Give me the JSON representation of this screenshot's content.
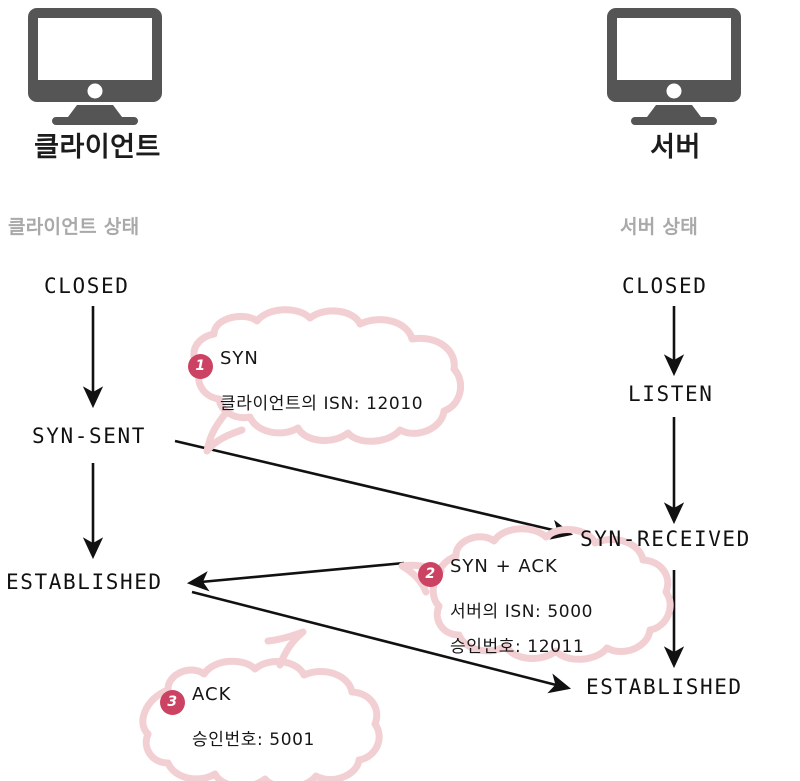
{
  "diagram": {
    "title": "TCP 3-way handshake",
    "colors": {
      "badge": "#cc4263",
      "cloud_outline": "#f2cfd3",
      "monitor": "#555555",
      "heading_gray": "#a9a9a9",
      "text": "#111111",
      "arrow": "#111111",
      "background": "#ffffff"
    }
  },
  "endpoints": [
    {
      "id": "client",
      "icon": "monitor-icon",
      "label": "클라이언트"
    },
    {
      "id": "server",
      "icon": "monitor-icon",
      "label": "서버"
    }
  ],
  "columns": [
    {
      "id": "client",
      "heading": "클라이언트 상태"
    },
    {
      "id": "server",
      "heading": "서버 상태"
    }
  ],
  "client_states": [
    {
      "label": "CLOSED"
    },
    {
      "label": "SYN-SENT"
    },
    {
      "label": "ESTABLISHED"
    }
  ],
  "server_states": [
    {
      "label": "CLOSED"
    },
    {
      "label": "LISTEN"
    },
    {
      "label": "SYN-RECEIVED"
    },
    {
      "label": "ESTABLISHED"
    }
  ],
  "messages": [
    {
      "step": "1",
      "direction": "client-to-server",
      "lines": [
        "SYN",
        "클라이언트의 ISN: 12010"
      ]
    },
    {
      "step": "2",
      "direction": "server-to-client",
      "lines": [
        "SYN + ACK",
        "서버의 ISN: 5000",
        "승인번호: 12011"
      ]
    },
    {
      "step": "3",
      "direction": "client-to-server",
      "lines": [
        "ACK",
        "승인번호: 5001"
      ]
    }
  ]
}
